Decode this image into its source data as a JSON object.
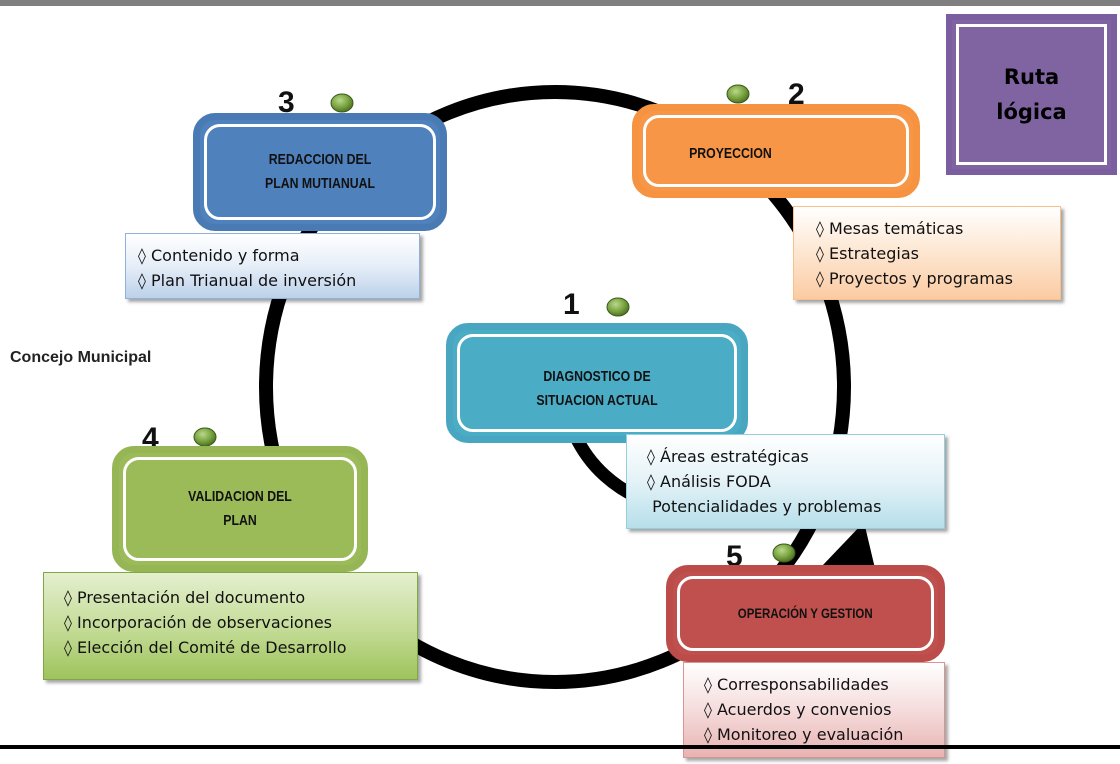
{
  "ruta_logica": {
    "title": "Ruta lógica",
    "fill_color": "#8064a2"
  },
  "concejo_label": "Concejo Municipal",
  "stages": [
    {
      "number": "1",
      "title": "DIAGNOSTICO DE SITUACION ACTUAL",
      "color": "#4bacc6",
      "items": [
        "◊ Áreas estratégicas",
        "◊ Análisis FODA",
        " Potencialidades y problemas"
      ]
    },
    {
      "number": "2",
      "title": "PROYECCION",
      "color": "#f79646",
      "items": [
        "◊ Mesas temáticas",
        "◊ Estrategias",
        "◊ Proyectos y programas"
      ]
    },
    {
      "number": "3",
      "title": "REDACCION DEL PLAN MUTIANUAL",
      "color": "#4f81bd",
      "items": [
        "◊ Contenido y forma",
        "◊ Plan Trianual de inversión"
      ]
    },
    {
      "number": "4",
      "title": "VALIDACION DEL PLAN",
      "color": "#9bbb59",
      "items": [
        "◊ Presentación del documento",
        "◊ Incorporación de observaciones",
        "◊ Elección del Comité de Desarrollo"
      ]
    },
    {
      "number": "5",
      "title": "OPERACIÓN Y GESTION",
      "color": "#c0504d",
      "items": [
        "◊ Corresponsabilidades",
        "◊ Acuerdos y convenios",
        "◊ Monitoreo y evaluación"
      ]
    }
  ]
}
